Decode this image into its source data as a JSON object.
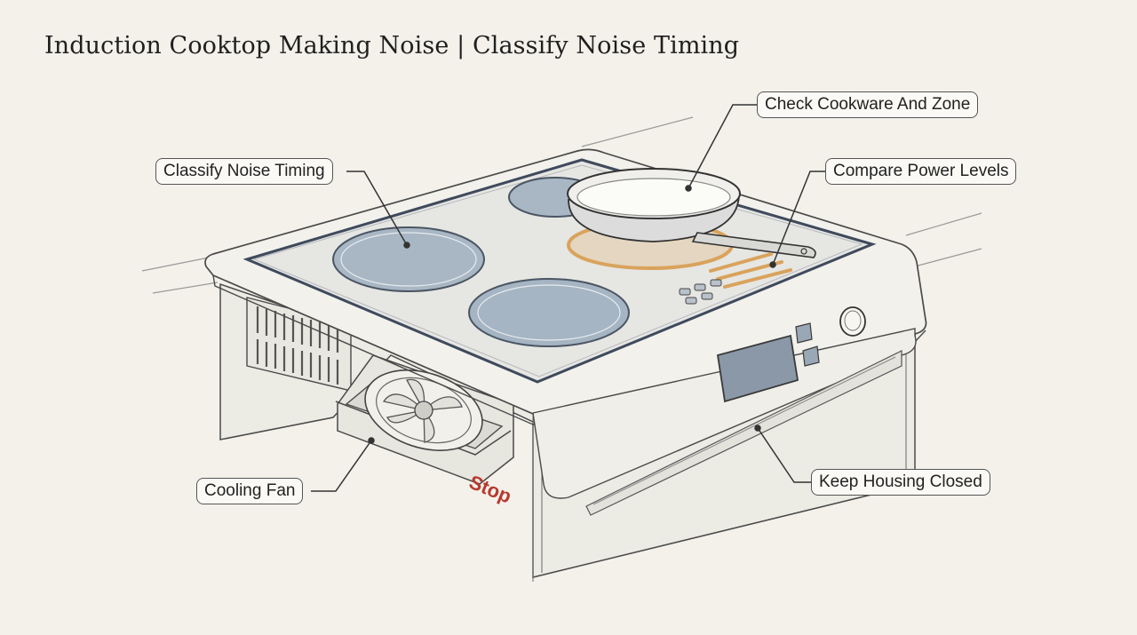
{
  "title": "Induction Cooktop Making Noise | Classify Noise Timing",
  "callouts": {
    "check_cookware": "Check Cookware And Zone",
    "classify_noise": "Classify Noise Timing",
    "compare_power": "Compare Power Levels",
    "cooling_fan": "Cooling Fan",
    "keep_housing": "Keep Housing Closed"
  },
  "stop_label": "Stop",
  "colors": {
    "background": "#f3f1ea",
    "burner": "#9fb0c0",
    "active_zone": "#d9a35c",
    "stop": "#b73a2e",
    "line": "#4a4a4a"
  },
  "icons": [
    "frying-pan-icon",
    "cooling-fan-icon",
    "control-knob-icon",
    "display-panel-icon",
    "vent-grille-icon"
  ]
}
